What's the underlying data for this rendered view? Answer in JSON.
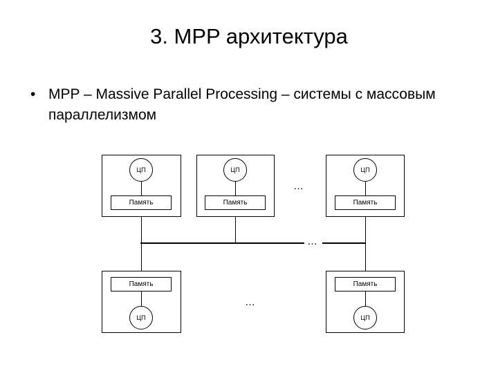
{
  "slide": {
    "title": "3. MPP архитектура",
    "bullets": [
      {
        "marker": "•",
        "text": "MPP – Massive Parallel Processing – системы с массовым параллелизмом"
      }
    ]
  },
  "diagram": {
    "name": "mpp-architecture-diagram",
    "ellipsis": "…",
    "labels": {
      "cpu": "ЦП",
      "memory": "Память"
    },
    "top_nodes": [
      {
        "cpu": "ЦП",
        "memory": "Память"
      },
      {
        "cpu": "ЦП",
        "memory": "Память"
      },
      {
        "cpu": "ЦП",
        "memory": "Память"
      }
    ],
    "bottom_nodes": [
      {
        "memory": "Память",
        "cpu": "ЦП"
      },
      {
        "memory": "Память",
        "cpu": "ЦП"
      }
    ],
    "ellipsis_top_row": "…",
    "ellipsis_bus": "…",
    "ellipsis_bottom_row": "…"
  },
  "colors": {
    "background": "#ffffff",
    "ink": "#000000"
  }
}
